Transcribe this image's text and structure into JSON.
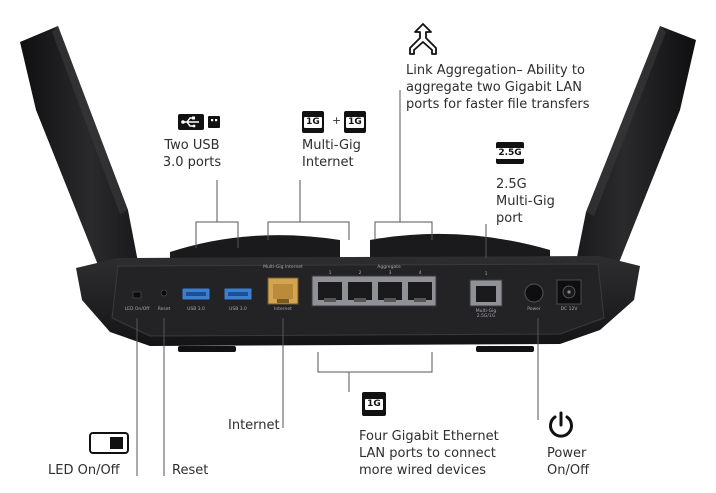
{
  "labels": {
    "usb": [
      "Two USB",
      "3.0 ports"
    ],
    "multigig_internet": [
      "Multi-Gig",
      "Internet"
    ],
    "link_aggregation": [
      "Link Aggregation– Ability to",
      "aggregate two Gigabit LAN",
      "ports for faster file transfers"
    ],
    "port_25g": [
      "2.5G",
      "Multi-Gig",
      "port"
    ],
    "internet": "Internet",
    "led": "LED On/Off",
    "reset": "Reset",
    "four_gigabit": [
      "Four Gigabit Ethernet",
      "LAN ports to connect",
      "more wired devices"
    ],
    "power": [
      "Power",
      "On/Off"
    ]
  },
  "badges": {
    "one_g": "1G",
    "plus": "+",
    "two_five_g": "2.5G"
  },
  "panel_text": {
    "multigig_internet": "Multi-Gig Internet",
    "aggregate": "Aggregate",
    "port_nums": [
      "1",
      "2",
      "3",
      "4"
    ],
    "port_25_num": "1",
    "led": "LED On/Off",
    "reset": "Reset",
    "usb1": "USB 3.0",
    "usb2": "USB 3.0",
    "internet": "Internet",
    "multigig": "Multi-Gig",
    "multigig_sub": "2.5G/1G",
    "power": "Power",
    "dc": "DC 12V"
  },
  "colors": {
    "body": "#1c1c1e",
    "panel": "#2a2a2c",
    "antenna": "#18181a",
    "usb_blue": "#3a7fd0",
    "internet_port": "#d4a550",
    "line": "#555555"
  }
}
